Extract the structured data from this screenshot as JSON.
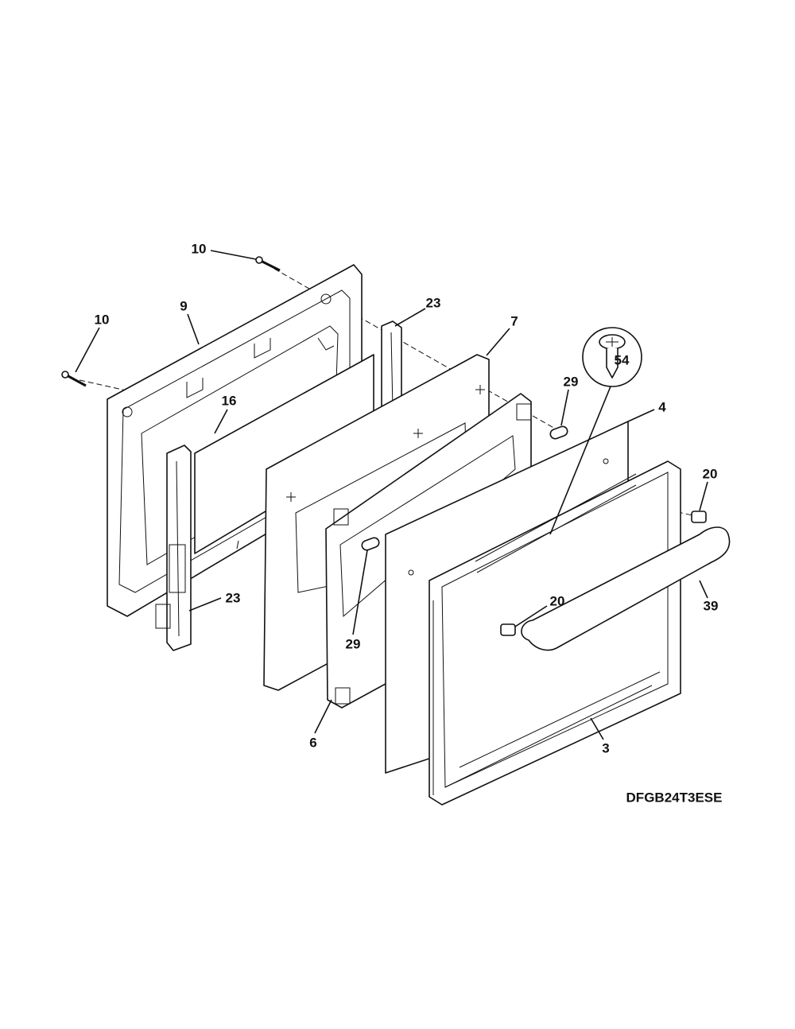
{
  "model_number": "DFGB24T3ESE",
  "callouts": {
    "screw_top": "10",
    "back_panel": "9",
    "screw_left": "10",
    "hinge_right": "23",
    "insulation_panel": "7",
    "screw_detail": "54",
    "spacer_right": "29",
    "outer_glass": "4",
    "inner_glass": "16",
    "cap_right": "20",
    "hinge_left": "23",
    "handle": "39",
    "cap_left": "20",
    "spacer_left": "29",
    "glass_frame": "6",
    "door_frame": "3"
  }
}
